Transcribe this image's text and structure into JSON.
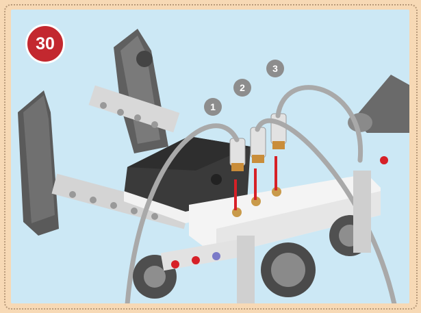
{
  "step": {
    "number": "30",
    "color": "#c3282f"
  },
  "labels": {
    "tube_1": "1",
    "tube_2": "2",
    "tube_3": "3"
  },
  "colors": {
    "background": "#cce8f5",
    "border": "#f7d9b5",
    "tube": "#a9a9a9",
    "red_part": "#d62027",
    "box": "#3a3a3a"
  }
}
